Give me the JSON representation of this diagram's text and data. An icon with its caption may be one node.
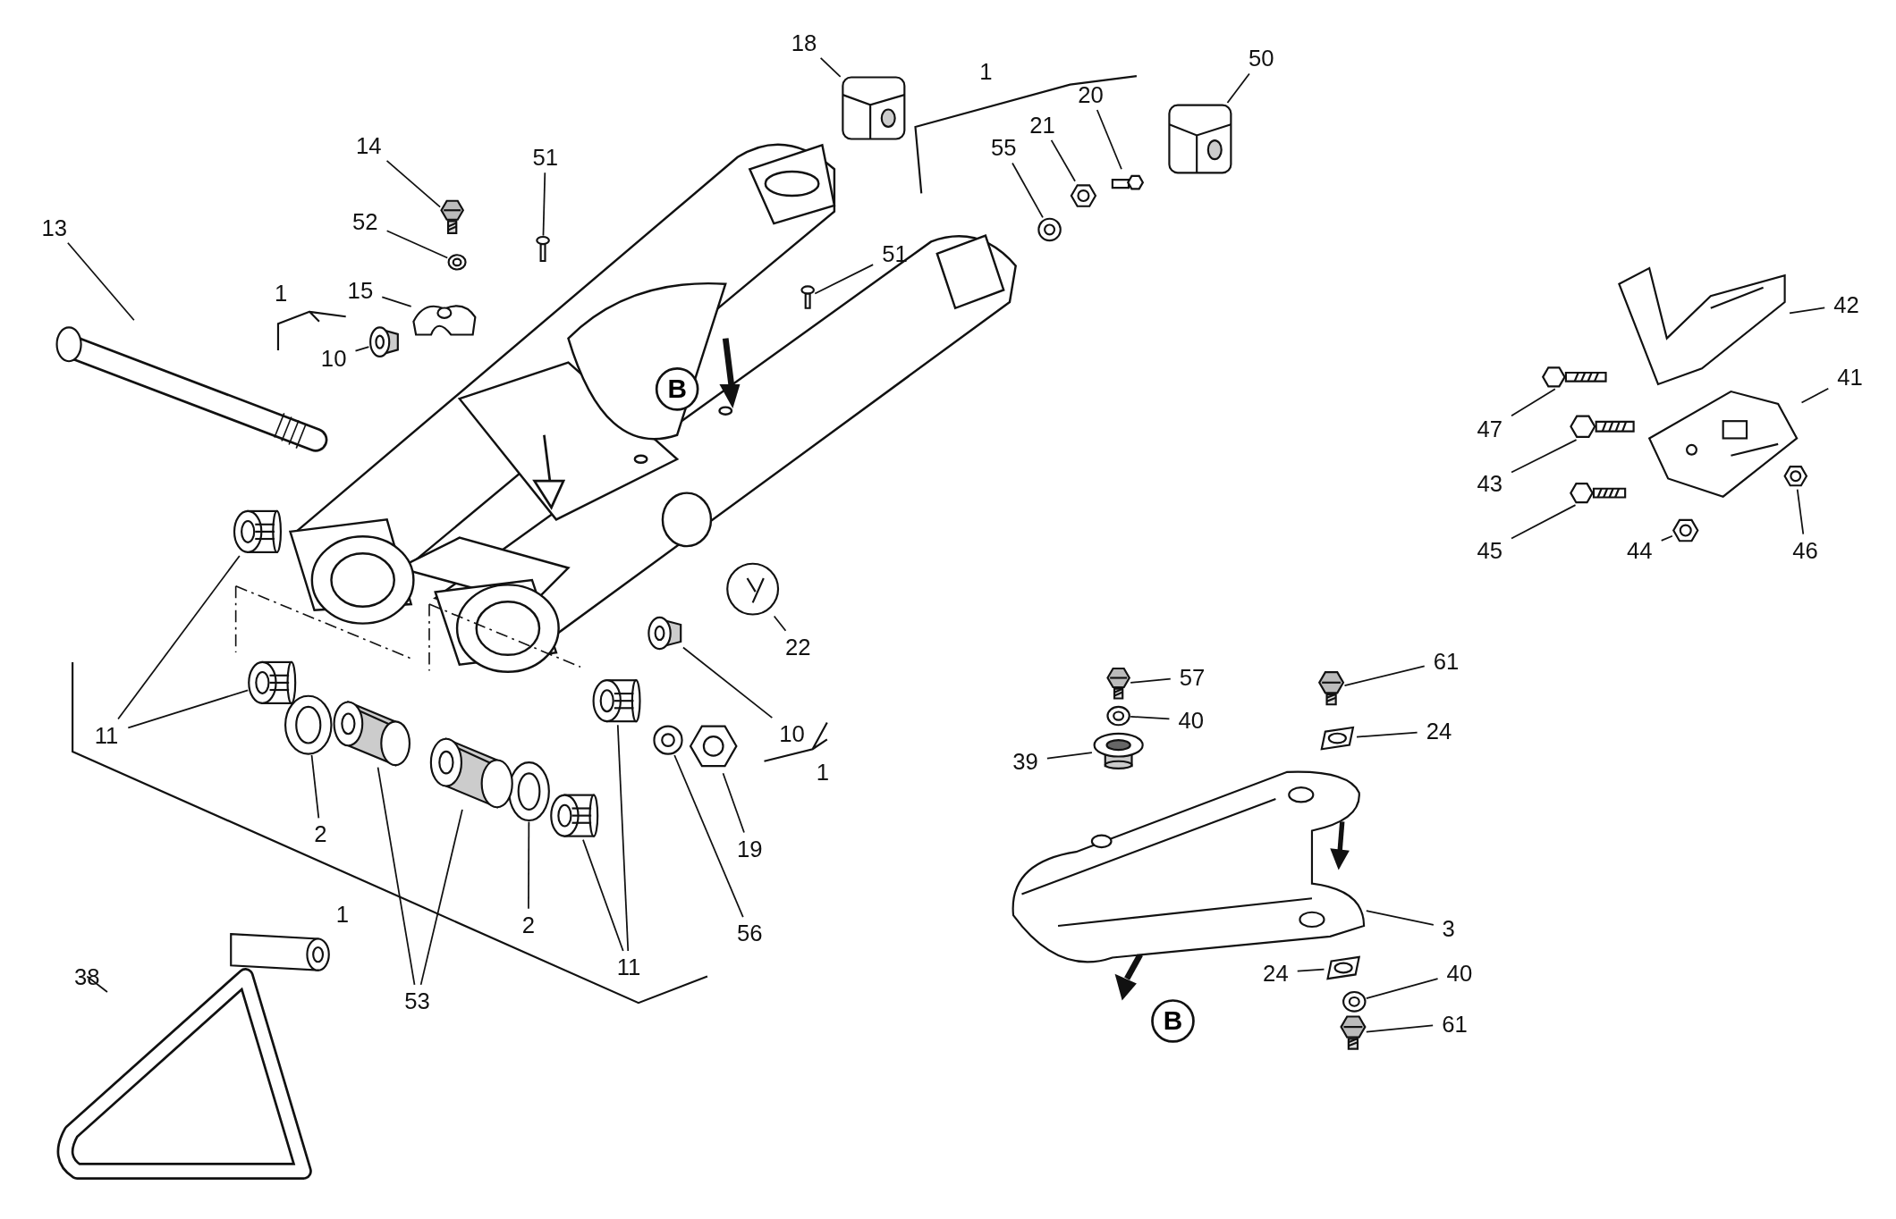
{
  "diagram": {
    "nodes": [
      {
        "text": [
          "18"
        ]
      },
      {
        "text": [],
        "shape": "picture"
      },
      {
        "text": [
          "50"
        ]
      },
      {
        "text": [],
        "shape": "picture"
      },
      {
        "text": [
          "20"
        ]
      },
      {
        "text": [],
        "shape": "picture"
      },
      {
        "text": [
          "21"
        ]
      },
      {
        "text": [],
        "shape": "picture"
      },
      {
        "text": [
          "55"
        ]
      },
      {
        "text": [],
        "shape": "picture"
      },
      {
        "text": [
          "14"
        ]
      },
      {
        "text": [],
        "shape": "picture"
      },
      {
        "text": [
          "51"
        ]
      },
      {
        "text": [],
        "shape": "picture"
      },
      {
        "text": [
          "13"
        ]
      },
      {
        "text": [],
        "shape": "picture"
      },
      {
        "text": [
          "52"
        ]
      },
      {
        "text": [],
        "shape": "picture"
      },
      {
        "text": [
          "51"
        ]
      },
      {
        "text": [],
        "shape": "picture"
      },
      {
        "text": [
          "15"
        ]
      },
      {
        "text": [],
        "shape": "picture"
      },
      {
        "text": [
          "10"
        ]
      },
      {
        "text": [],
        "shape": "picture"
      },
      {
        "text": [
          "42"
        ]
      },
      {
        "text": [],
        "shape": "picture"
      },
      {
        "text": [
          "41"
        ]
      },
      {
        "text": [],
        "shape": "picture"
      },
      {
        "text": [
          "47"
        ]
      },
      {
        "text": [],
        "shape": "picture"
      },
      {
        "text": [
          "43"
        ]
      },
      {
        "text": [],
        "shape": "picture"
      },
      {
        "text": [
          "45"
        ]
      },
      {
        "text": [],
        "shape": "picture"
      },
      {
        "text": [
          "44"
        ]
      },
      {
        "text": [],
        "shape": "picture"
      },
      {
        "text": [
          "46"
        ]
      },
      {
        "text": [],
        "shape": "picture"
      },
      {
        "text": [
          "22"
        ]
      },
      {
        "text": [],
        "shape": "picture"
      },
      {
        "text": [
          "61"
        ]
      },
      {
        "text": [],
        "shape": "picture"
      },
      {
        "text": [
          "57"
        ]
      },
      {
        "text": [],
        "shape": "picture"
      },
      {
        "text": [
          "24"
        ]
      },
      {
        "text": [],
        "shape": "picture"
      },
      {
        "text": [
          "10"
        ]
      },
      {
        "text": [],
        "shape": "picture"
      },
      {
        "text": [
          "11"
        ]
      },
      {
        "text": [],
        "shape": "picture"
      },
      {
        "text": [],
        "shape": "picture"
      },
      {
        "text": [
          "40"
        ]
      },
      {
        "text": [],
        "shape": "picture"
      },
      {
        "text": [
          "39"
        ]
      },
      {
        "text": [],
        "shape": "picture"
      },
      {
        "text": [
          "19"
        ]
      },
      {
        "text": [],
        "shape": "picture"
      },
      {
        "text": [
          "2"
        ]
      },
      {
        "text": [],
        "shape": "picture"
      },
      {
        "text": [
          "3"
        ]
      },
      {
        "text": [],
        "shape": "picture"
      },
      {
        "text": [
          "2"
        ]
      },
      {
        "text": [],
        "shape": "picture"
      },
      {
        "text": [
          "56"
        ]
      },
      {
        "text": [],
        "shape": "picture"
      },
      {
        "text": [
          "11"
        ]
      },
      {
        "text": [],
        "shape": "picture"
      },
      {
        "text": [],
        "shape": "picture"
      },
      {
        "text": [
          "24"
        ]
      },
      {
        "text": [],
        "shape": "picture"
      },
      {
        "text": [
          "40"
        ]
      },
      {
        "text": [],
        "shape": "picture"
      },
      {
        "text": [
          "38"
        ]
      },
      {
        "text": [],
        "shape": "picture"
      },
      {
        "text": [
          "53"
        ]
      },
      {
        "text": [],
        "shape": "picture"
      },
      {
        "text": [],
        "shape": "picture"
      },
      {
        "text": [
          "61"
        ]
      },
      {
        "text": [],
        "shape": "picture"
      }
    ],
    "edges": [
      {
        "from": 0,
        "to": 1,
        "arrow": "none"
      },
      {
        "from": 2,
        "to": 3,
        "arrow": "none"
      },
      {
        "from": 4,
        "to": 5,
        "arrow": "none"
      },
      {
        "from": 6,
        "to": 7,
        "arrow": "none"
      },
      {
        "from": 8,
        "to": 9,
        "arrow": "none"
      },
      {
        "from": 10,
        "to": 11,
        "arrow": "none"
      },
      {
        "from": 12,
        "to": 13,
        "arrow": "none"
      },
      {
        "from": 14,
        "to": 15,
        "arrow": "none"
      },
      {
        "from": 16,
        "to": 17,
        "arrow": "none"
      },
      {
        "from": 18,
        "to": 19,
        "arrow": "none"
      },
      {
        "from": 20,
        "to": 21,
        "arrow": "none"
      },
      {
        "from": 22,
        "to": 23,
        "arrow": "none"
      },
      {
        "from": 24,
        "to": 25,
        "arrow": "none"
      },
      {
        "from": 26,
        "to": 27,
        "arrow": "none"
      },
      {
        "from": 28,
        "to": 29,
        "arrow": "none"
      },
      {
        "from": 30,
        "to": 31,
        "arrow": "none"
      },
      {
        "from": 32,
        "to": 33,
        "arrow": "none"
      },
      {
        "from": 34,
        "to": 35,
        "arrow": "none"
      },
      {
        "from": 36,
        "to": 37,
        "arrow": "none"
      },
      {
        "from": 38,
        "to": 39,
        "arrow": "none"
      },
      {
        "from": 40,
        "to": 41,
        "arrow": "none"
      },
      {
        "from": 42,
        "to": 43,
        "arrow": "none"
      },
      {
        "from": 44,
        "to": 45,
        "arrow": "none"
      },
      {
        "from": 46,
        "to": 47,
        "arrow": "none"
      },
      {
        "from": 48,
        "to": 49,
        "arrow": "none"
      },
      {
        "from": 48,
        "to": 50,
        "arrow": "none"
      },
      {
        "from": 51,
        "to": 52,
        "arrow": "none"
      },
      {
        "from": 53,
        "to": 54,
        "arrow": "none"
      },
      {
        "from": 55,
        "to": 56,
        "arrow": "none"
      },
      {
        "from": 57,
        "to": 58,
        "arrow": "none"
      },
      {
        "from": 59,
        "to": 60,
        "arrow": "none"
      },
      {
        "from": 61,
        "to": 62,
        "arrow": "none"
      },
      {
        "from": 63,
        "to": 64,
        "arrow": "none"
      },
      {
        "from": 65,
        "to": 66,
        "arrow": "none"
      },
      {
        "from": 65,
        "to": 67,
        "arrow": "none"
      },
      {
        "from": 68,
        "to": 69,
        "arrow": "none"
      },
      {
        "from": 70,
        "to": 71,
        "arrow": "none"
      },
      {
        "from": 72,
        "to": 73,
        "arrow": "none"
      },
      {
        "from": 74,
        "to": 75,
        "arrow": "none"
      },
      {
        "from": 74,
        "to": 76,
        "arrow": "none"
      },
      {
        "from": 77,
        "to": 78,
        "arrow": "none"
      }
    ],
    "labels": [
      "1",
      "1",
      "B",
      "1",
      "1",
      "B"
    ]
  }
}
